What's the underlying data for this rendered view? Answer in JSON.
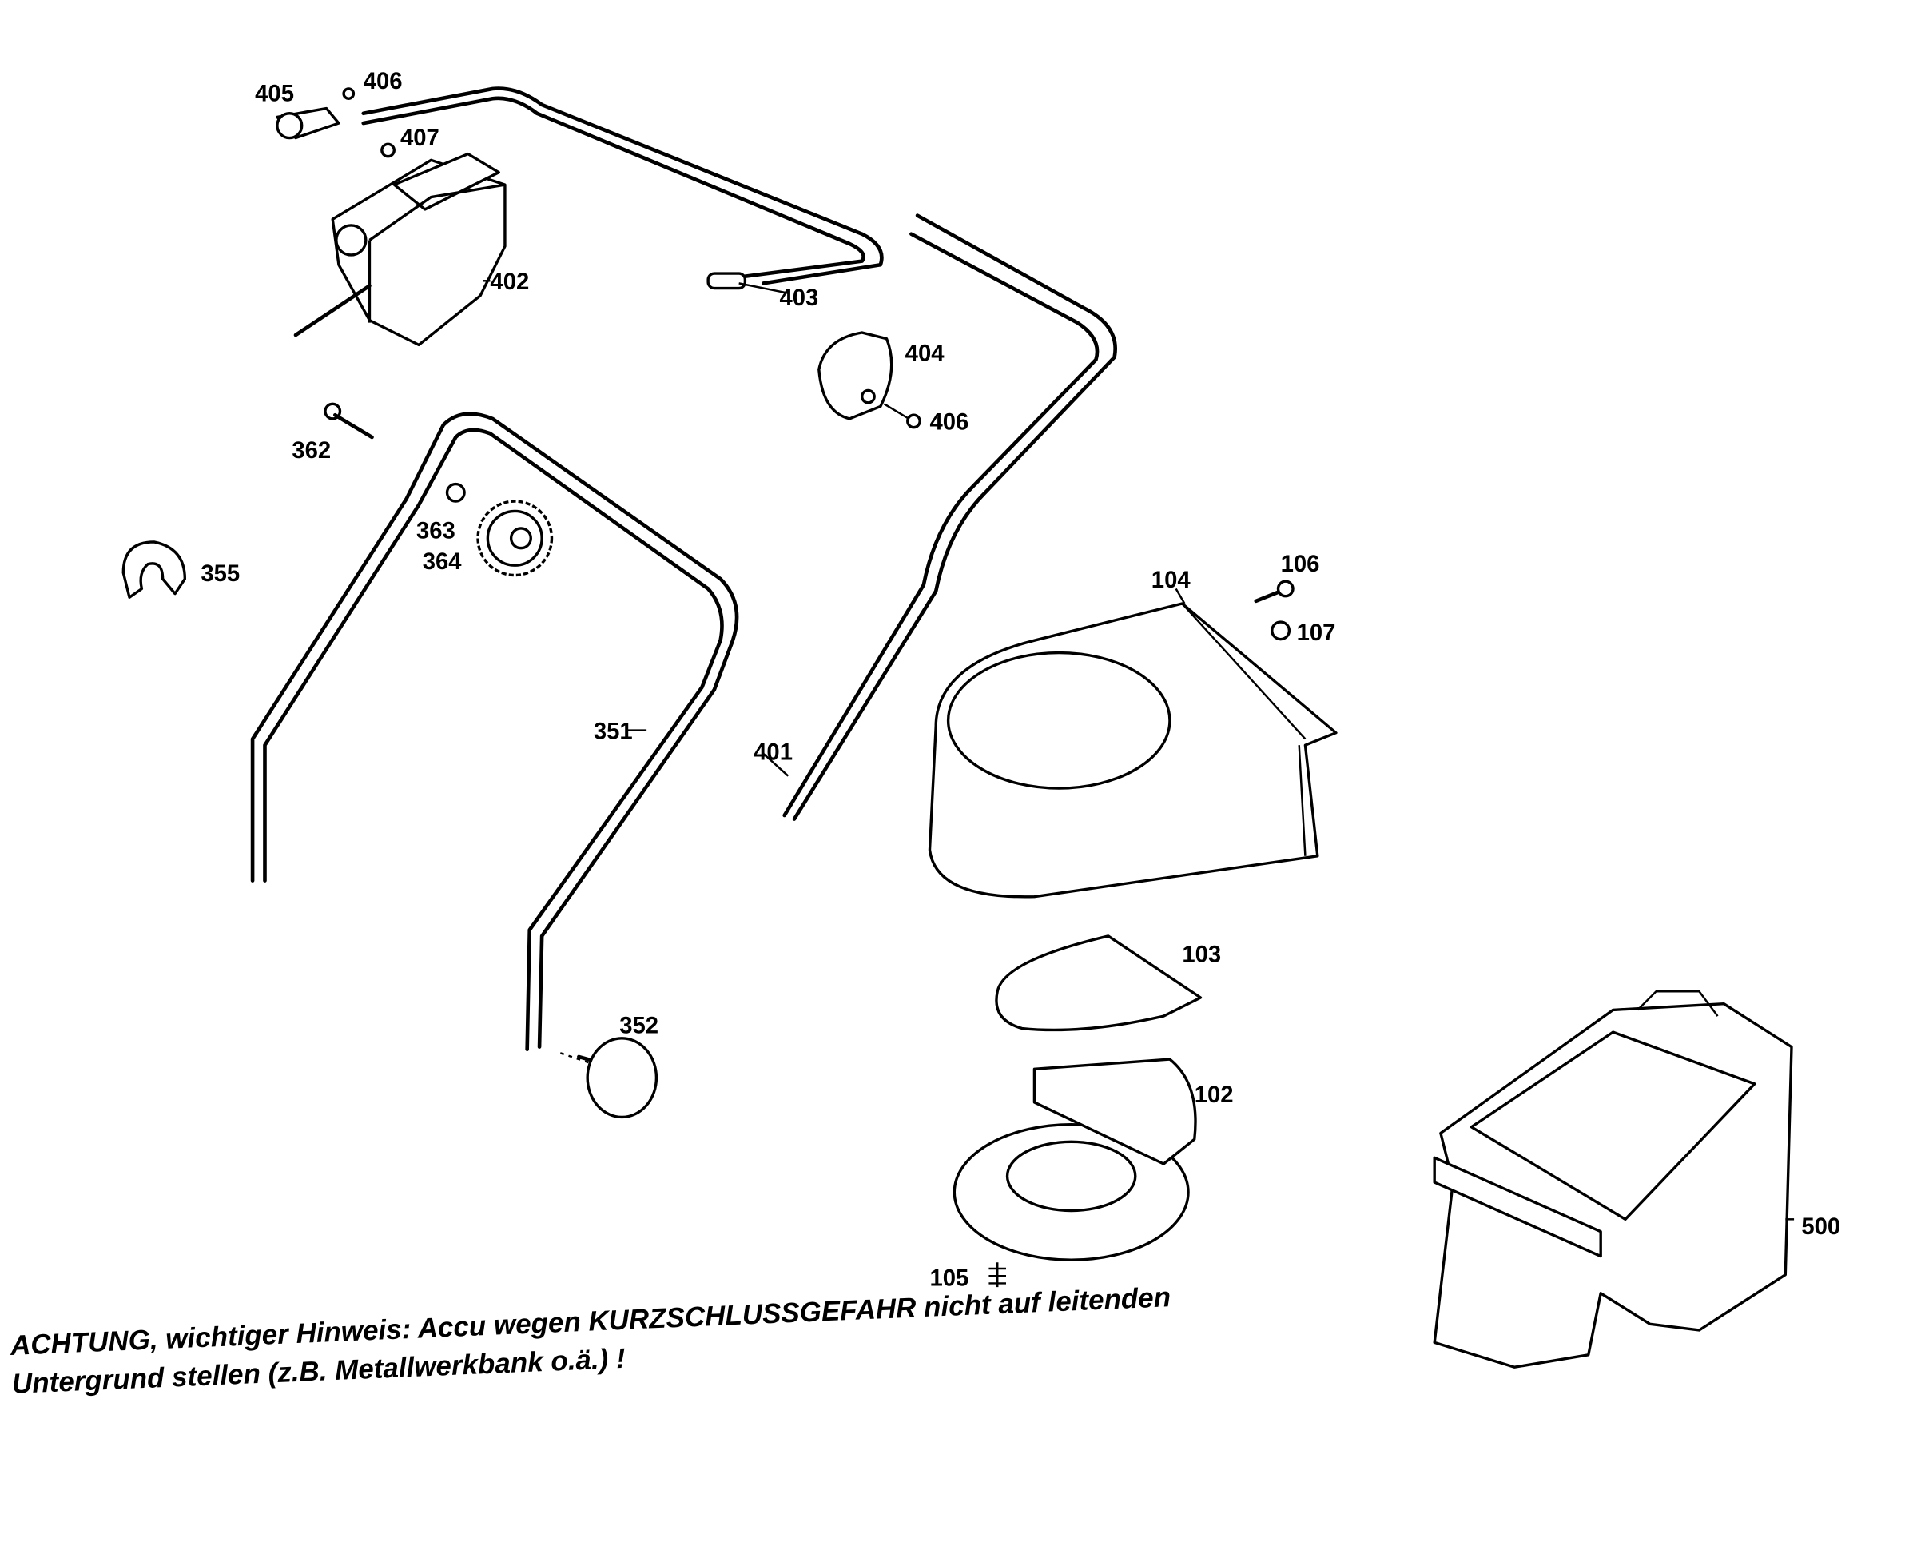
{
  "labels": [
    "405",
    "406",
    "407",
    "402",
    "403",
    "404",
    "406",
    "362",
    "363",
    "364",
    "355",
    "104",
    "106",
    "107",
    "351",
    "401",
    "103",
    "352",
    "102",
    "105",
    "500"
  ],
  "warning": {
    "line1": "ACHTUNG, wichtiger Hinweis: Accu wegen KURZSCHLUSSGEFAHR nicht auf leitenden",
    "line2": "Untergrund stellen (z.B. Metallwerkbank o.ä.) !"
  }
}
